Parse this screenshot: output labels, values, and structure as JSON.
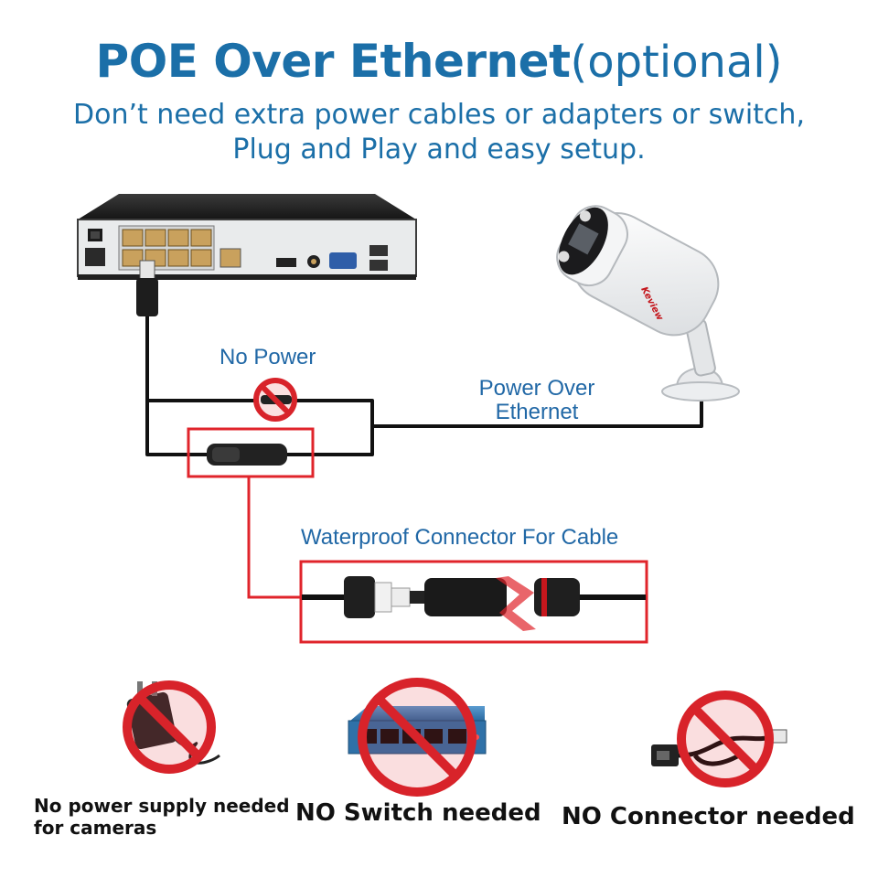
{
  "title": {
    "main": "POE Over Ethernet",
    "optional": "(optional)"
  },
  "subtitle": {
    "line1": "Don’t need extra power cables or adapters or switch,",
    "line2": "Plug and Play and easy setup."
  },
  "diagram": {
    "no_power_label": "No Power",
    "poe_label_line1": "Power Over",
    "poe_label_line2": "Ethernet",
    "waterproof_label": "Waterproof Connector For Cable",
    "camera_brand": "Keview"
  },
  "captions": {
    "power_supply_line1": "No power supply needed",
    "power_supply_line2": "for cameras",
    "switch": "NO Switch needed",
    "connector": "NO Connector needed"
  },
  "colors": {
    "title_blue": "#1b6fa8",
    "label_blue": "#2168a6",
    "highlight_red": "#e0242b",
    "prohibit_red": "#d8232a"
  }
}
